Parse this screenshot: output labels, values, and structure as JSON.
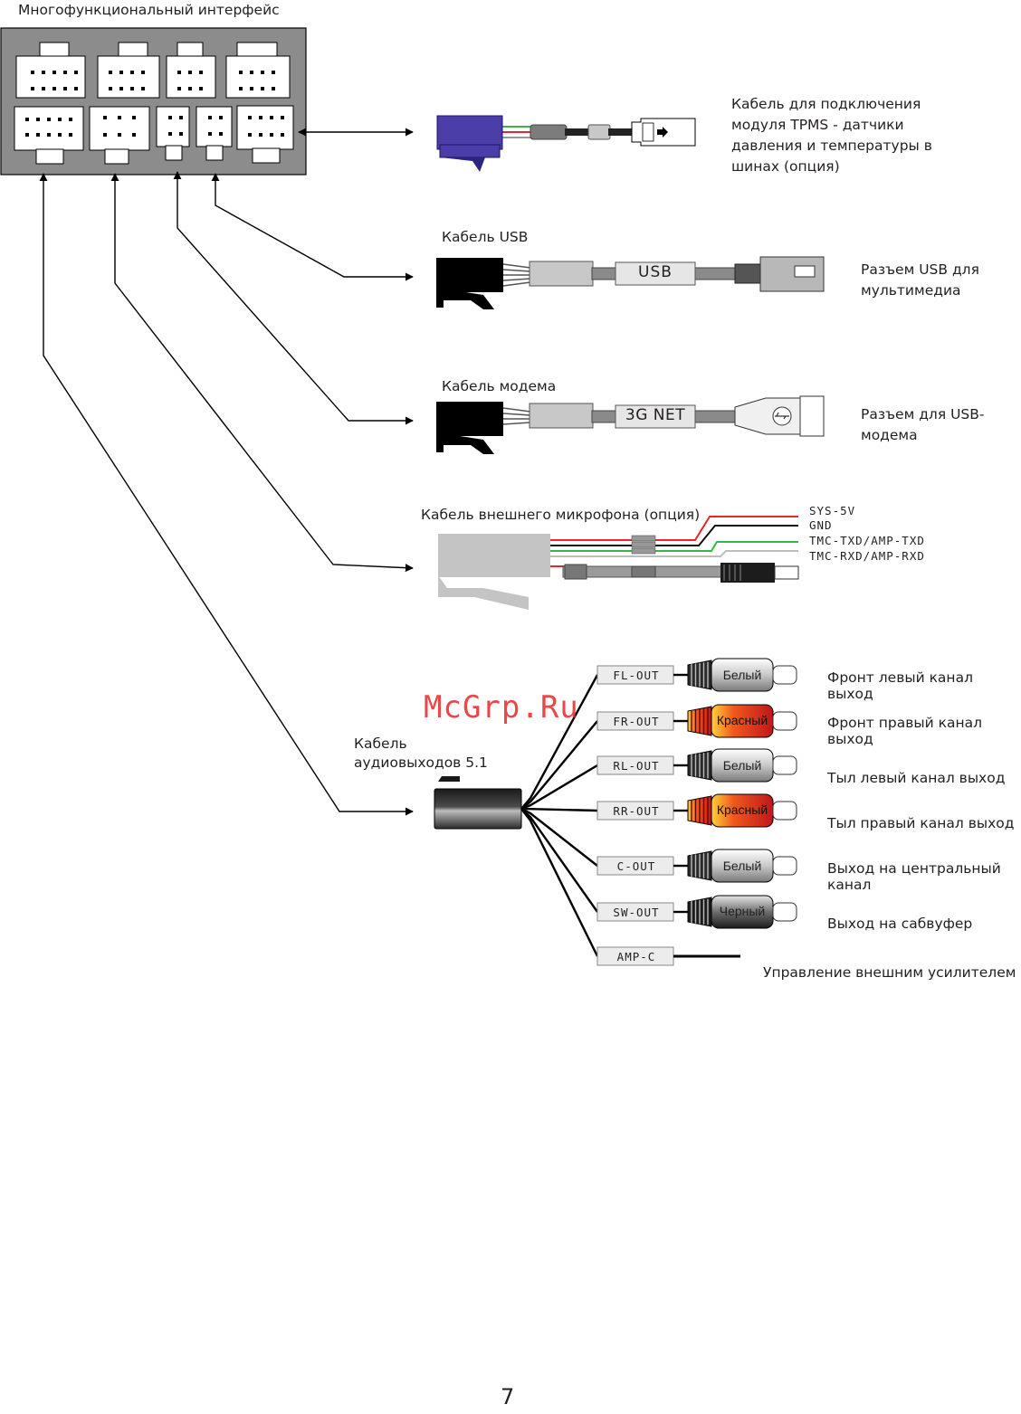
{
  "interface": {
    "title": "Многофункциональный интерфейс"
  },
  "tpms": {
    "label": "Кабель для подключения модуля TPMS - датчики давления и температуры в шинах (опция)"
  },
  "usb": {
    "cable_label": "Кабель USB",
    "tag": "USB",
    "desc": "Разъем USB для мультимедиа"
  },
  "modem": {
    "cable_label": "Кабель модема",
    "tag": "3G NET",
    "desc": "Разъем для USB-модема"
  },
  "mic": {
    "cable_label": "Кабель внешнего микрофона (опция)",
    "wires": [
      {
        "label": "SYS-5V",
        "color": "#e8262b"
      },
      {
        "label": "GND",
        "color": "#111111"
      },
      {
        "label": "TMC-TXD/AMP-TXD",
        "color": "#3bb44a"
      },
      {
        "label": "TMC-RXD/AMP-RXD",
        "color": "#bdbdbd"
      }
    ]
  },
  "audio": {
    "cable_label": "Кабель аудиовыходов 5.1",
    "outputs": [
      {
        "tag": "FL-OUT",
        "plug": "Белый",
        "plug_kind": "white",
        "desc": "Фронт левый канал выход"
      },
      {
        "tag": "FR-OUT",
        "plug": "Красный",
        "plug_kind": "red",
        "desc": "Фронт правый канал выход"
      },
      {
        "tag": "RL-OUT",
        "plug": "Белый",
        "plug_kind": "white",
        "desc": "Тыл левый канал выход"
      },
      {
        "tag": "RR-OUT",
        "plug": "Красный",
        "plug_kind": "red",
        "desc": "Тыл правый канал выход"
      },
      {
        "tag": "C-OUT",
        "plug": "Белый",
        "plug_kind": "white",
        "desc": "Выход на центральный канал"
      },
      {
        "tag": "SW-OUT",
        "plug": "Черный",
        "plug_kind": "black",
        "desc": "Выход на сабвуфер"
      },
      {
        "tag": "AMP-C",
        "desc": "Управление внешним усилителем"
      }
    ]
  },
  "watermark": "McGrp.Ru",
  "page_number": "7"
}
